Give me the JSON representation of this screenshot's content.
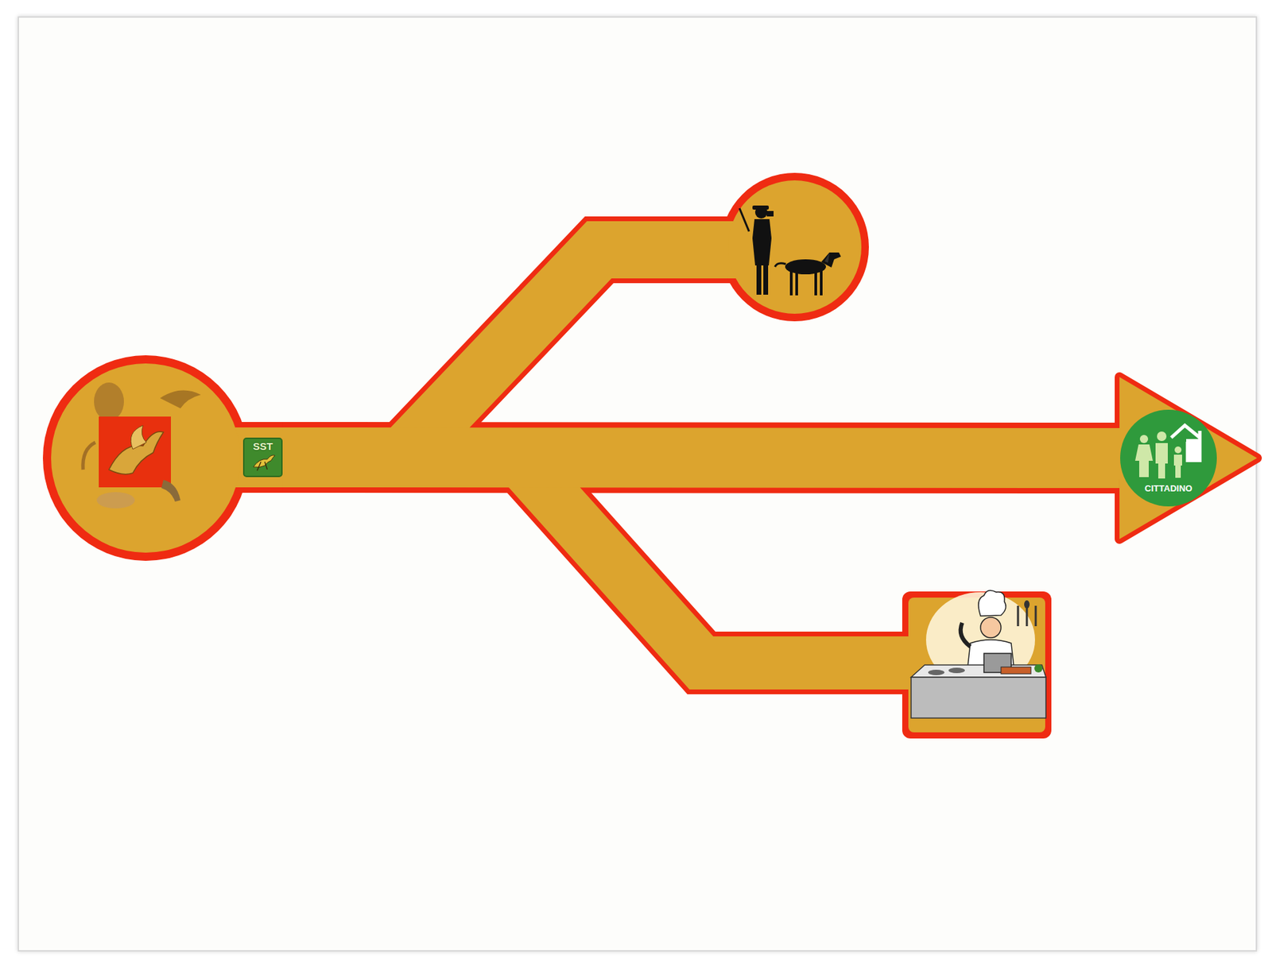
{
  "diagram": {
    "nodes": [
      {
        "text": [
          "SST"
        ]
      },
      {
        "text": [
          "CITTADINO"
        ]
      }
    ],
    "edges": [
      {
        "from": 0,
        "to": 1,
        "arrow": "to"
      }
    ]
  }
}
